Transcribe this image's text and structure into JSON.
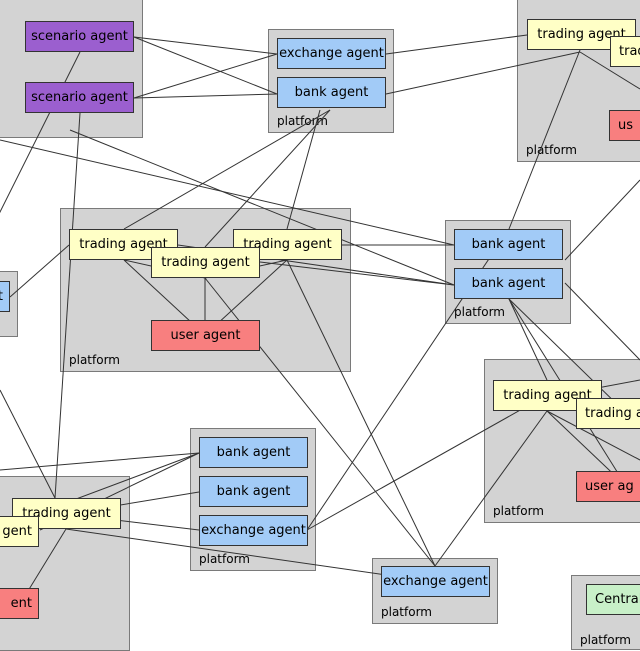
{
  "diagram": {
    "platform_label": "platform",
    "agent_labels": {
      "scenario": "scenario agent",
      "exchange": "exchange agent",
      "bank": "bank agent",
      "trading": "trading agent",
      "user": "user agent",
      "trading_truncated_right": "trading ag",
      "user_truncated_right": "user ag",
      "user_truncated_right_short": "us",
      "trading_truncated_right_short": "trad",
      "central_truncated": "Central",
      "user_truncated_left": "ent",
      "trading_truncated_left": "gent",
      "bank_truncated_left": "t"
    },
    "colors": {
      "bank_exchange": "#a2cbf7",
      "trading": "#ffffc6",
      "user": "#f87f7f",
      "scenario": "#9b5fcf",
      "central": "#c8f0c8",
      "platform": "#d3d3d3"
    }
  }
}
